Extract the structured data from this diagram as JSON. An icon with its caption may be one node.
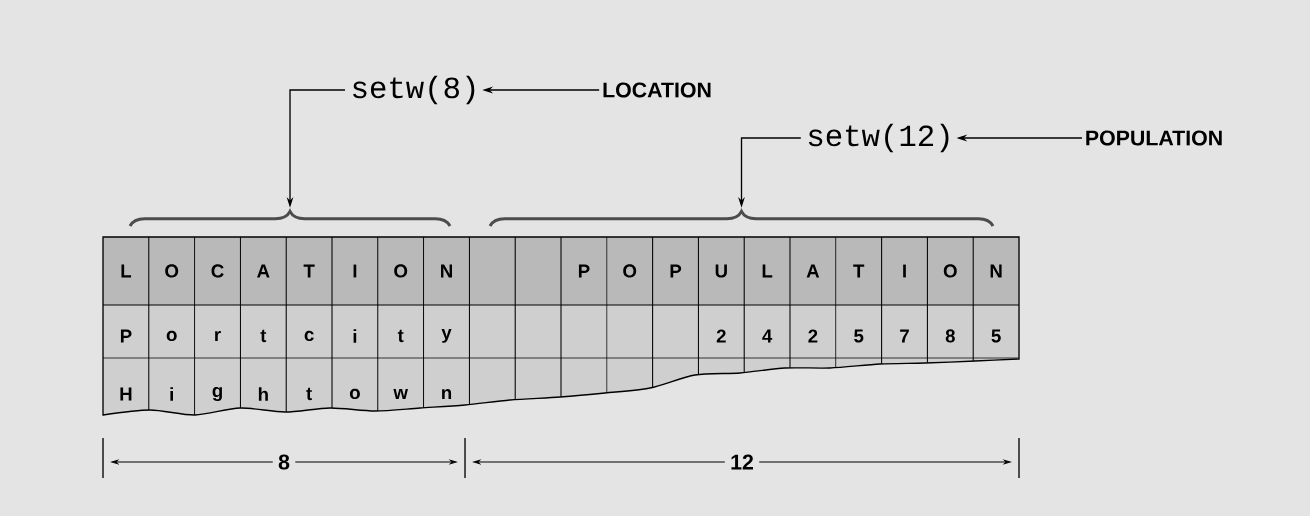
{
  "diagram": {
    "nodes": [
      {
        "text": [
          "setw(8)"
        ]
      },
      {
        "text": [
          "LOCATION"
        ]
      },
      {
        "text": [
          "setw(12)"
        ]
      },
      {
        "text": [
          "POPULATION"
        ]
      },
      {
        "text": [],
        "shape": "brace"
      },
      {
        "text": [],
        "shape": "brace"
      }
    ],
    "edges": [
      {
        "from": 1,
        "to": 0,
        "arrow": "to"
      },
      {
        "from": 0,
        "to": 4,
        "arrow": "to"
      },
      {
        "from": 3,
        "to": 2,
        "arrow": "to"
      },
      {
        "from": 2,
        "to": 5,
        "arrow": "to"
      }
    ],
    "labels": [
      "L",
      "O",
      "C",
      "A",
      "T",
      "I",
      "O",
      "N",
      "P",
      "O",
      "P",
      "U",
      "L",
      "A",
      "T",
      "I",
      "O",
      "N",
      "P",
      "o",
      "r",
      "t",
      "c",
      "i",
      "t",
      "y",
      "2",
      "4",
      "2",
      "5",
      "7",
      "8",
      "5",
      "H",
      "i",
      "g",
      "h",
      "t",
      "o",
      "w",
      "n",
      "8",
      "12"
    ]
  }
}
